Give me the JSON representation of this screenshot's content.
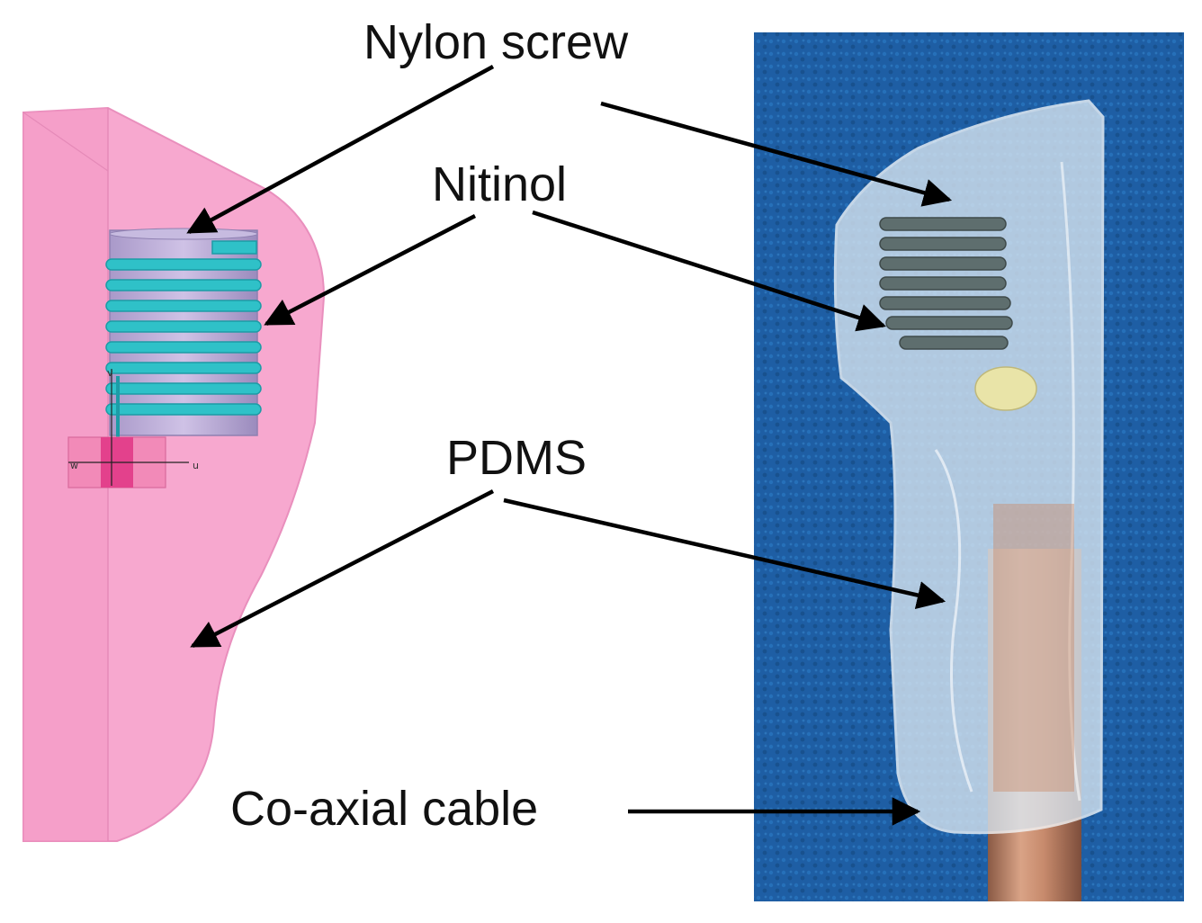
{
  "labels": {
    "nylon_screw": "Nylon screw",
    "nitinol": "Nitinol",
    "pdms": "PDMS",
    "coaxial_cable": "Co-axial cable"
  },
  "model_axes": {
    "v": "v",
    "u": "u",
    "w": "w"
  },
  "colors": {
    "pdms_pink": "#f7a8cf",
    "nitinol_cyan": "#2fc1c8",
    "nylon_lavender": "#b9a9d6",
    "photo_background": "#1f5fa6",
    "cable_copper": "#c98c6a"
  }
}
